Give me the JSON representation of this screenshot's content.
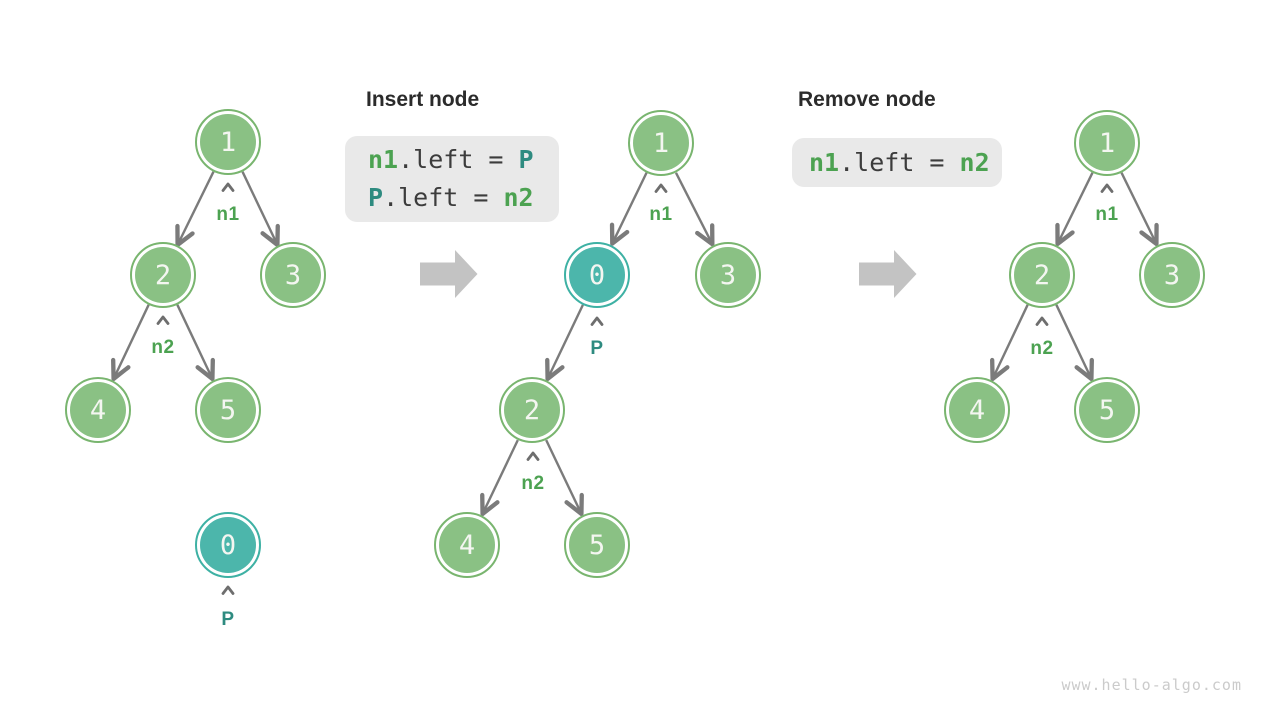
{
  "insert_panel": {
    "title": "Insert node",
    "code_line_1": {
      "kw1": "n1",
      "body": ".left = ",
      "kw2": "P"
    },
    "code_line_2": {
      "kw1": "P",
      "body": ".left = ",
      "kw2": "n2"
    }
  },
  "remove_panel": {
    "title": "Remove node",
    "code_line_1": {
      "kw1": "n1",
      "body": ".left = ",
      "kw2": "n2"
    }
  },
  "left_tree": {
    "node_1": "1",
    "node_2": "2",
    "node_3": "3",
    "node_4": "4",
    "node_5": "5",
    "pointer_n1": "n1",
    "pointer_n2": "n2",
    "detached_node_0": "0",
    "pointer_p": "P",
    "edges": [
      "1->2",
      "1->3",
      "2->4",
      "2->5"
    ]
  },
  "middle_tree": {
    "node_1": "1",
    "node_0": "0",
    "node_3": "3",
    "node_2": "2",
    "node_4": "4",
    "node_5": "5",
    "pointer_n1": "n1",
    "pointer_p": "P",
    "pointer_n2": "n2",
    "edges": [
      "1->0",
      "1->3",
      "0->2",
      "2->4",
      "2->5"
    ]
  },
  "right_tree": {
    "node_1": "1",
    "node_2": "2",
    "node_3": "3",
    "node_4": "4",
    "node_5": "5",
    "pointer_n1": "n1",
    "pointer_n2": "n2",
    "edges": [
      "1->2",
      "1->3",
      "2->4",
      "2->5"
    ]
  },
  "watermark": "www.hello-algo.com",
  "colors": {
    "node_green_fill": "#8ac184",
    "node_green_ring": "#79b56f",
    "node_teal_fill": "#4cb6ab",
    "node_teal_ring": "#3eb1a4",
    "node_text": "#f4f6f1",
    "edge_gray": "#7b7b7b",
    "pointer_green": "#4ca251",
    "pointer_teal": "#2e8b80",
    "code_background": "#e9e9e9",
    "code_plain_text": "#3c3c3c",
    "big_arrow_gray": "#c3c3c3",
    "heading_text": "#2b2b2b",
    "watermark_gray": "#cbcbcb"
  }
}
